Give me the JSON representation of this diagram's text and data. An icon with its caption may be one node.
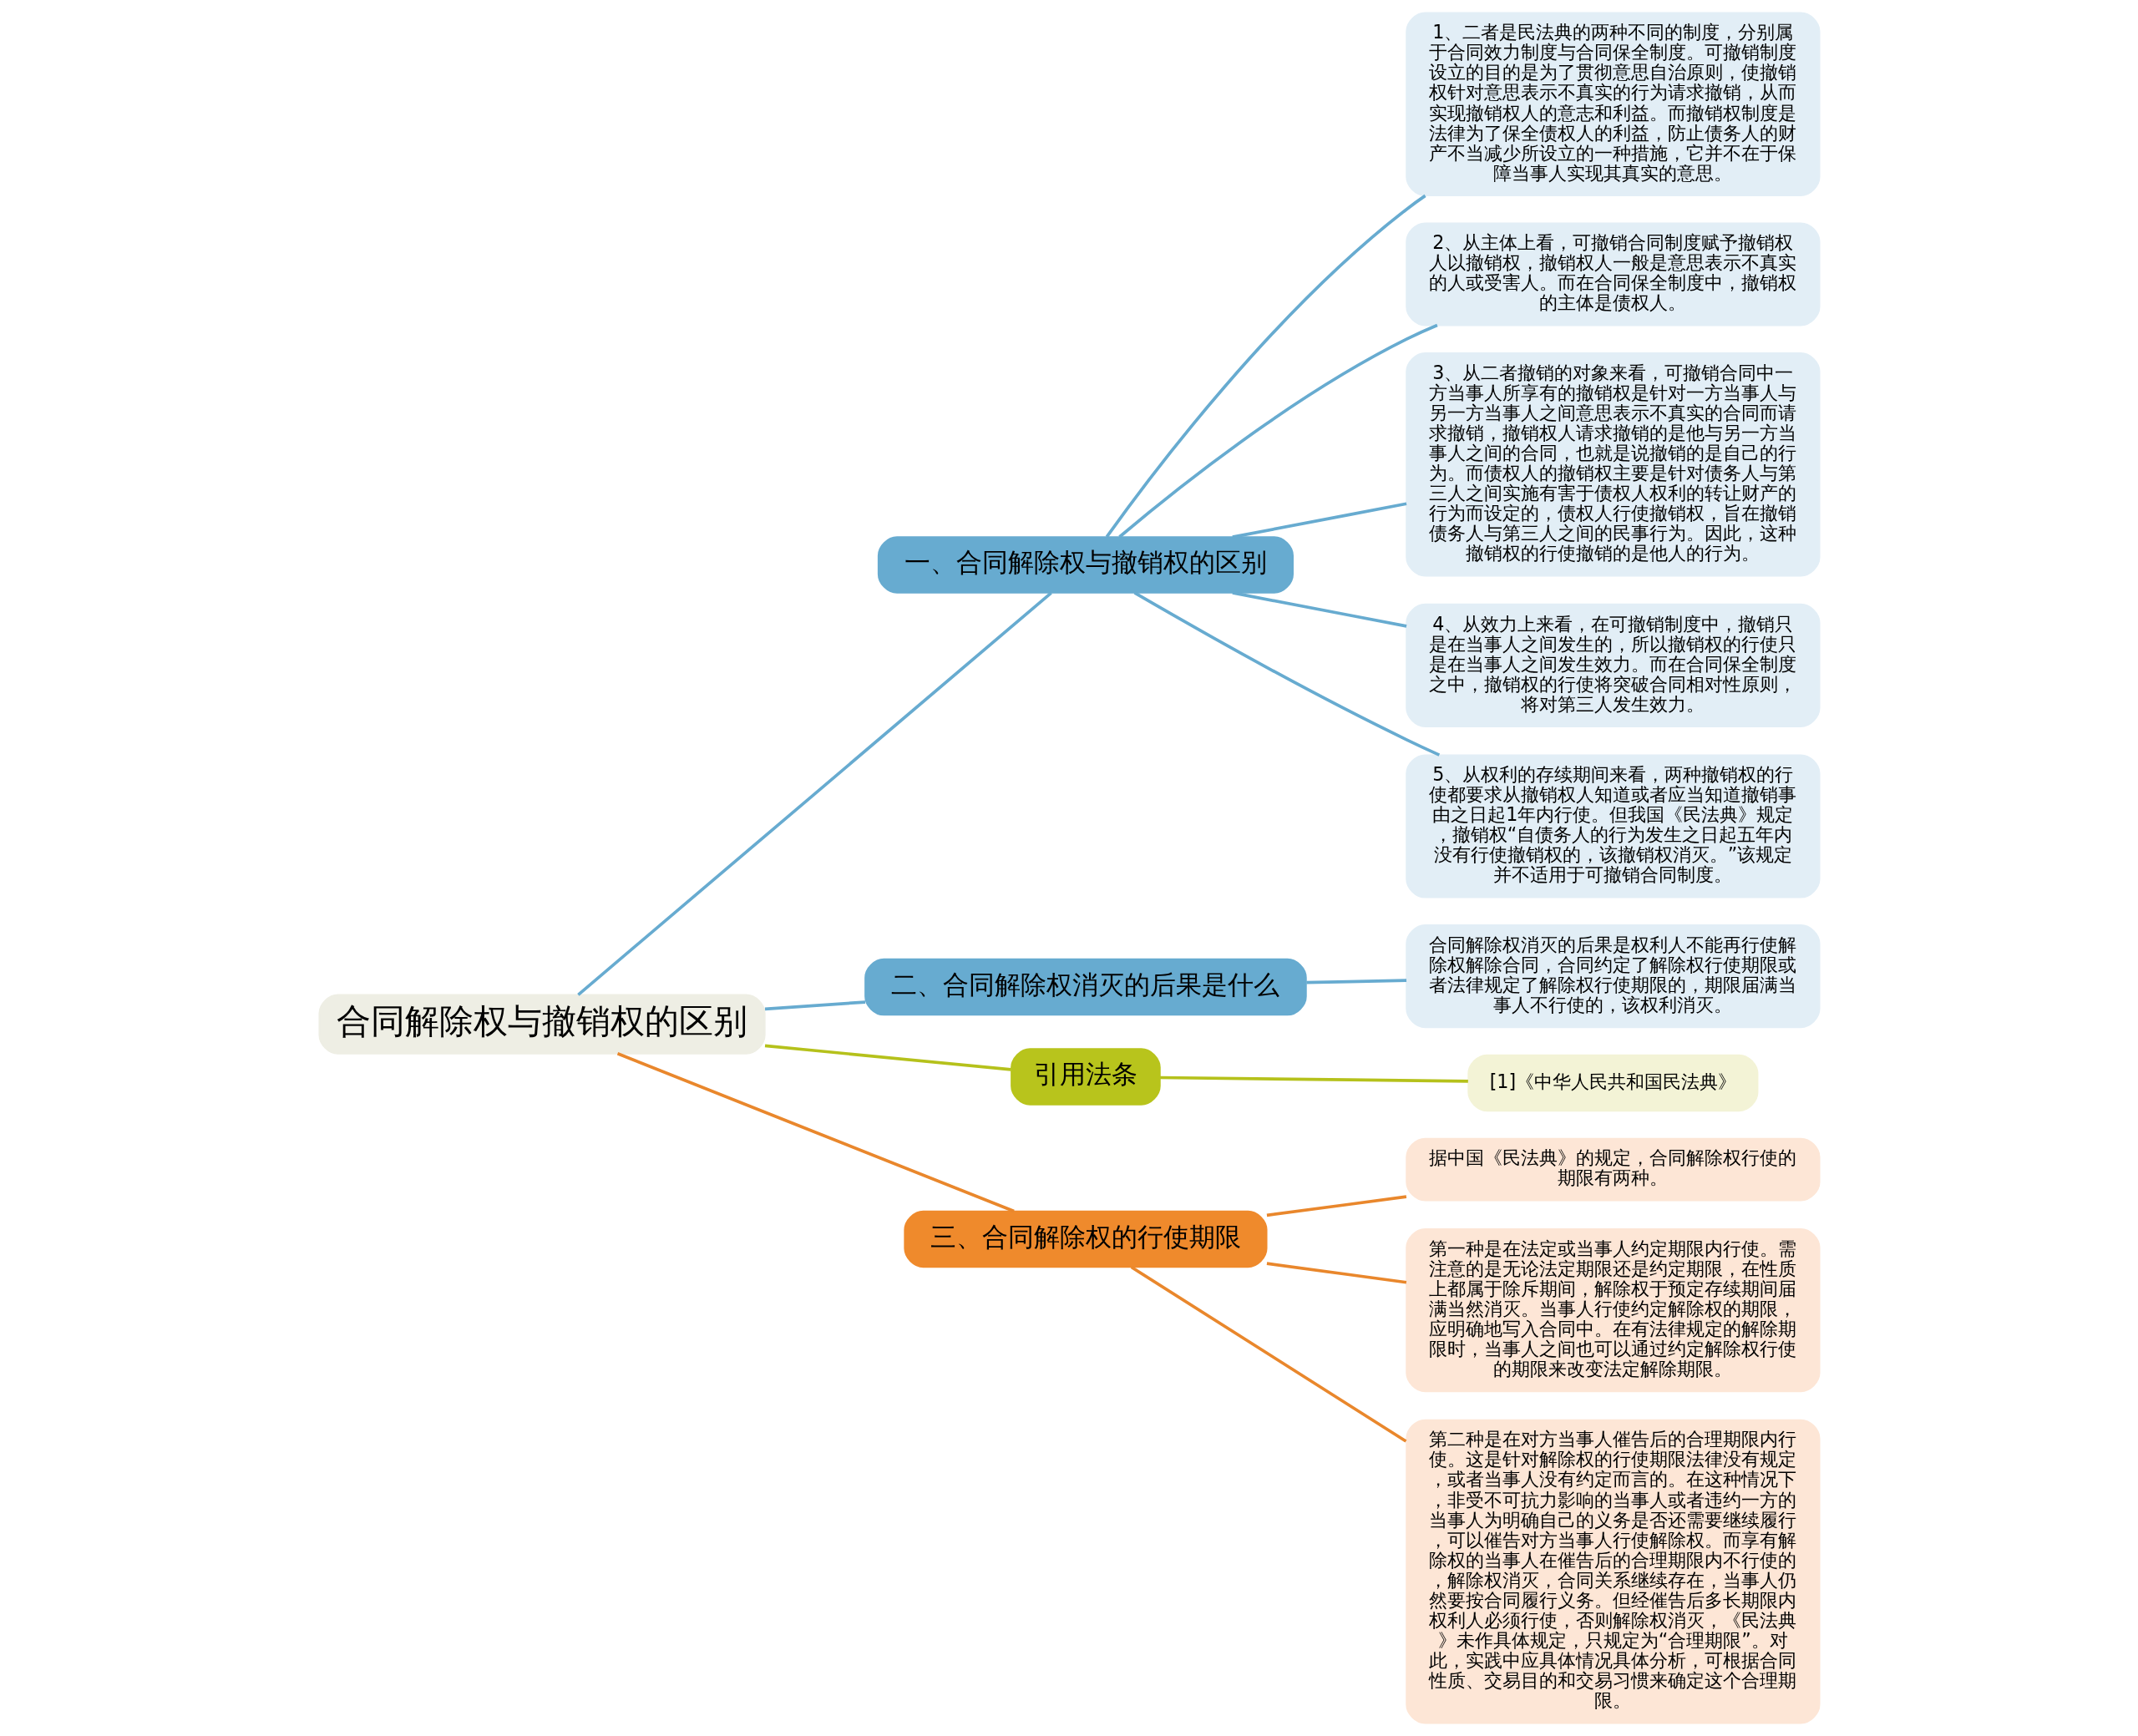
{
  "diagram": {
    "nodes": [
      {
        "text": [
          "合同解除权与撤销权的区别"
        ]
      },
      {
        "text": [
          "一、合同解除权与撤销权的区别"
        ]
      },
      {
        "text": [
          "1、二者是民法典的两种不同的制度，分别属于合同效力制度与合同保全制度。可撤销制度设立的目的是为了贯彻意思自治原则，使撤销权针对意思表示不真实的行为请求撤销，从而实现撤销权人的意志和利益。而撤销权制度是法律为了保全债权人的利益，防止债务人的财产不当减少所设立的一种措施，它并不在于保障当事人实现其真实的意思。"
        ]
      },
      {
        "text": [
          "2、从主体上看，可撤销合同制度赋予撤销权人以撤销权，撤销权人一般是意思表示不真实的人或受害人。而在合同保全制度中，撤销权的主体是债权人。"
        ]
      },
      {
        "text": [
          "3、从二者撤销的对象来看，可撤销合同中一方当事人所享有的撤销权是针对一方当事人与另一方当事人之间意思表示不真实的合同而请求撤销，撤销权人请求撤销的是他与另一方当事人之间的合同，也就是说撤销的是自己的行为。而债权人的撤销权主要是针对债务人与第三人之间实施有害于债权人权利的转让财产的行为而设定的，债权人行使撤销权，旨在撤销债务人与第三人之间的民事行为。因此，这种撤销权的行使撤销的是他人的行为。"
        ]
      },
      {
        "text": [
          "4、从效力上来看，在可撤销制度中，撤销只是在当事人之间发生的，所以撤销权的行使只是在当事人之间发生效力。而在合同保全制度之中，撤销权的行使将突破合同相对性原则，将对第三人发生效力。"
        ]
      },
      {
        "text": [
          "5、从权利的存续期间来看，两种撤销权的行使都要求从撤销权人知道或者应当知道撤销事由之日起1年内行使。但我国《民法典》规定，撤销权“自债务人的行为发生之日起五年内没有行使撤销权的，该撤销权消灭。”该规定并不适用于可撤销合同制度。"
        ]
      },
      {
        "text": [
          "二、合同解除权消灭的后果是什么"
        ]
      },
      {
        "text": [
          "合同解除权消灭的后果是权利人不能再行使解除权解除合同，合同约定了解除权行使期限或者法律规定了解除权行使期限的，期限届满当事人不行使的，该权利消灭。"
        ]
      },
      {
        "text": [
          "引用法条"
        ]
      },
      {
        "text": [
          "[1]《中华人民共和国民法典》"
        ]
      },
      {
        "text": [
          "三、合同解除权的行使期限"
        ]
      },
      {
        "text": [
          "据中国《民法典》的规定，合同解除权行使的期限有两种。"
        ]
      },
      {
        "text": [
          "第一种是在法定或当事人约定期限内行使。需注意的是无论法定期限还是约定期限，在性质上都属于除斥期间，解除权于预定存续期间届满当然消灭。当事人行使约定解除权的期限，应明确地写入合同中。在有法律规定的解除期限时，当事人之间也可以通过约定解除权行使的期限来改变法定解除期限。"
        ]
      },
      {
        "text": [
          "第二种是在对方当事人催告后的合理期限内行使。这是针对解除权的行使期限法律没有规定，或者当事人没有约定而言的。在这种情况下，非受不可抗力影响的当事人或者违约一方的当事人为明确自己的义务是否还需要继续履行，可以催告对方当事人行使解除权。而享有解除权的当事人在催告后的合理期限内不行使的，解除权消灭，合同关系继续存在，当事人仍然要按合同履行义务。但经催告后多长期限内权利人必须行使，否则解除权消灭，《民法典》未作具体规定，只规定为“合理期限”。对此，实践中应具体情况具体分析，可根据合同性质、交易目的和交易习惯来确定这个合理期限。"
        ]
      }
    ],
    "edges": [
      {
        "from": 0,
        "to": 1,
        "arrow": "none"
      },
      {
        "from": 1,
        "to": 2,
        "arrow": "none"
      },
      {
        "from": 1,
        "to": 3,
        "arrow": "none"
      },
      {
        "from": 1,
        "to": 4,
        "arrow": "none"
      },
      {
        "from": 1,
        "to": 5,
        "arrow": "none"
      },
      {
        "from": 1,
        "to": 6,
        "arrow": "none"
      },
      {
        "from": 0,
        "to": 7,
        "arrow": "none"
      },
      {
        "from": 7,
        "to": 8,
        "arrow": "none"
      },
      {
        "from": 0,
        "to": 9,
        "arrow": "none",
        "color": "#b5c11b"
      },
      {
        "from": 9,
        "to": 10,
        "arrow": "none",
        "color": "#b5c11b"
      },
      {
        "from": 0,
        "to": 11,
        "arrow": "none",
        "color": "#e9872c"
      },
      {
        "from": 11,
        "to": 12,
        "arrow": "none",
        "color": "#e9872c"
      },
      {
        "from": 11,
        "to": 13,
        "arrow": "none",
        "color": "#e9872c"
      },
      {
        "from": 11,
        "to": 14,
        "arrow": "none",
        "color": "#e9872c"
      }
    ]
  }
}
